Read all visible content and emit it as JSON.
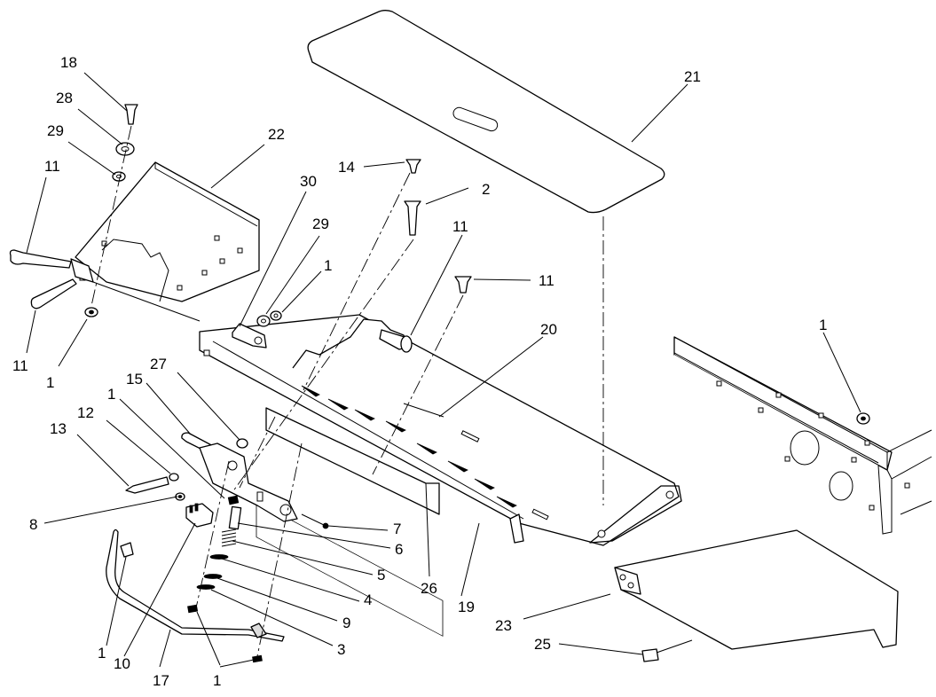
{
  "diagram": {
    "callouts": [
      {
        "id": "c18",
        "label": "18"
      },
      {
        "id": "c28",
        "label": "28"
      },
      {
        "id": "c29a",
        "label": "29"
      },
      {
        "id": "c11a",
        "label": "11"
      },
      {
        "id": "c22",
        "label": "22"
      },
      {
        "id": "c11b",
        "label": "11"
      },
      {
        "id": "c1a",
        "label": "1"
      },
      {
        "id": "c30",
        "label": "30"
      },
      {
        "id": "c29b",
        "label": "29"
      },
      {
        "id": "c1b",
        "label": "1"
      },
      {
        "id": "c14",
        "label": "14"
      },
      {
        "id": "c2",
        "label": "2"
      },
      {
        "id": "c21",
        "label": "21"
      },
      {
        "id": "c11c",
        "label": "11"
      },
      {
        "id": "c11d",
        "label": "11"
      },
      {
        "id": "c20",
        "label": "20"
      },
      {
        "id": "c1c",
        "label": "1"
      },
      {
        "id": "c27",
        "label": "27"
      },
      {
        "id": "c15",
        "label": "15"
      },
      {
        "id": "c1d",
        "label": "1"
      },
      {
        "id": "c12",
        "label": "12"
      },
      {
        "id": "c13",
        "label": "13"
      },
      {
        "id": "c8",
        "label": "8"
      },
      {
        "id": "c7",
        "label": "7"
      },
      {
        "id": "c6",
        "label": "6"
      },
      {
        "id": "c5",
        "label": "5"
      },
      {
        "id": "c4",
        "label": "4"
      },
      {
        "id": "c9",
        "label": "9"
      },
      {
        "id": "c3",
        "label": "3"
      },
      {
        "id": "c26",
        "label": "26"
      },
      {
        "id": "c19",
        "label": "19"
      },
      {
        "id": "c23",
        "label": "23"
      },
      {
        "id": "c25",
        "label": "25"
      },
      {
        "id": "c1e",
        "label": "1"
      },
      {
        "id": "c10",
        "label": "10"
      },
      {
        "id": "c17",
        "label": "17"
      },
      {
        "id": "c1f",
        "label": "1"
      }
    ]
  }
}
